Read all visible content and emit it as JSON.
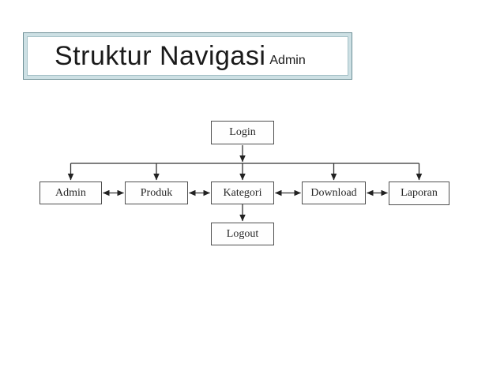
{
  "title": {
    "main": "Struktur Navigasi",
    "sub": "Admin"
  },
  "diagram": {
    "nodes": {
      "login": "Login",
      "admin": "Admin",
      "produk": "Produk",
      "kategori": "Kategori",
      "download": "Download",
      "laporan": "Laporan",
      "logout": "Logout"
    },
    "edges": [
      {
        "from": "Login",
        "to": "Admin",
        "type": "one-way-down"
      },
      {
        "from": "Login",
        "to": "Produk",
        "type": "one-way-down"
      },
      {
        "from": "Login",
        "to": "Kategori",
        "type": "one-way-down"
      },
      {
        "from": "Login",
        "to": "Download",
        "type": "one-way-down"
      },
      {
        "from": "Login",
        "to": "Laporan",
        "type": "one-way-down"
      },
      {
        "from": "Admin",
        "to": "Produk",
        "type": "two-way"
      },
      {
        "from": "Produk",
        "to": "Kategori",
        "type": "two-way"
      },
      {
        "from": "Kategori",
        "to": "Download",
        "type": "two-way"
      },
      {
        "from": "Download",
        "to": "Laporan",
        "type": "two-way"
      },
      {
        "from": "Kategori",
        "to": "Logout",
        "type": "one-way-down"
      }
    ],
    "colors": {
      "connector_line": "#333333",
      "box_border": "#4f4f4f",
      "title_frame_band": "#cde0e4",
      "title_frame_outer": "#6d8f96",
      "text": "#1a1a1a"
    }
  }
}
